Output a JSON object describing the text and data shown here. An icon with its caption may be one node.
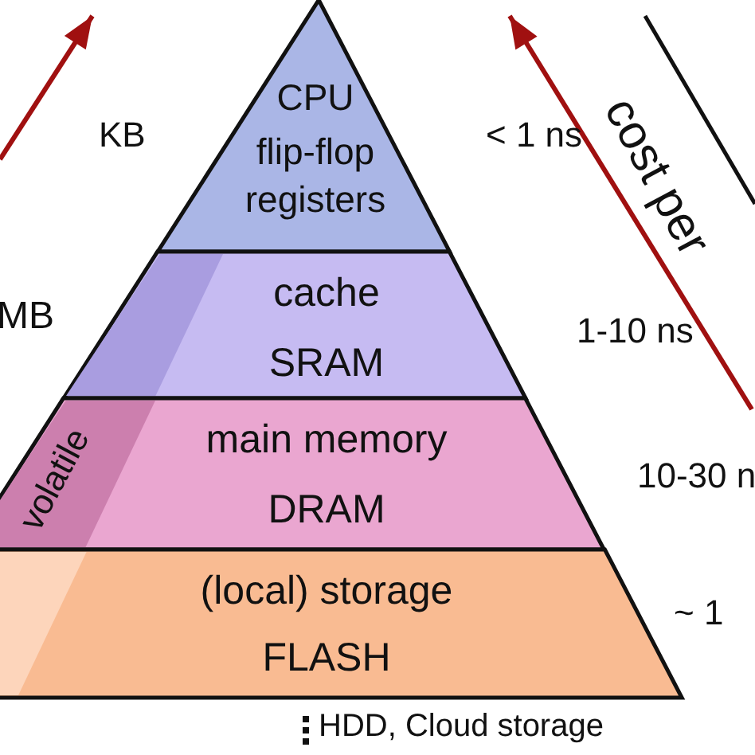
{
  "diagram": {
    "nodes": [
      {
        "text": [
          "CPU",
          "flip-flop registers"
        ]
      },
      {
        "text": [
          "cache",
          "SRAM"
        ]
      },
      {
        "text": [
          "main memory",
          "DRAM"
        ]
      },
      {
        "text": [
          "(local) storage",
          "FLASH"
        ],
        "beside": [
          "HDD, Cloud storage"
        ]
      }
    ],
    "labels": [
      "KB",
      "< 1 ns",
      "MB",
      "1-10 ns",
      "volatile",
      "10-30 n",
      "~ 1",
      "cost per"
    ]
  }
}
